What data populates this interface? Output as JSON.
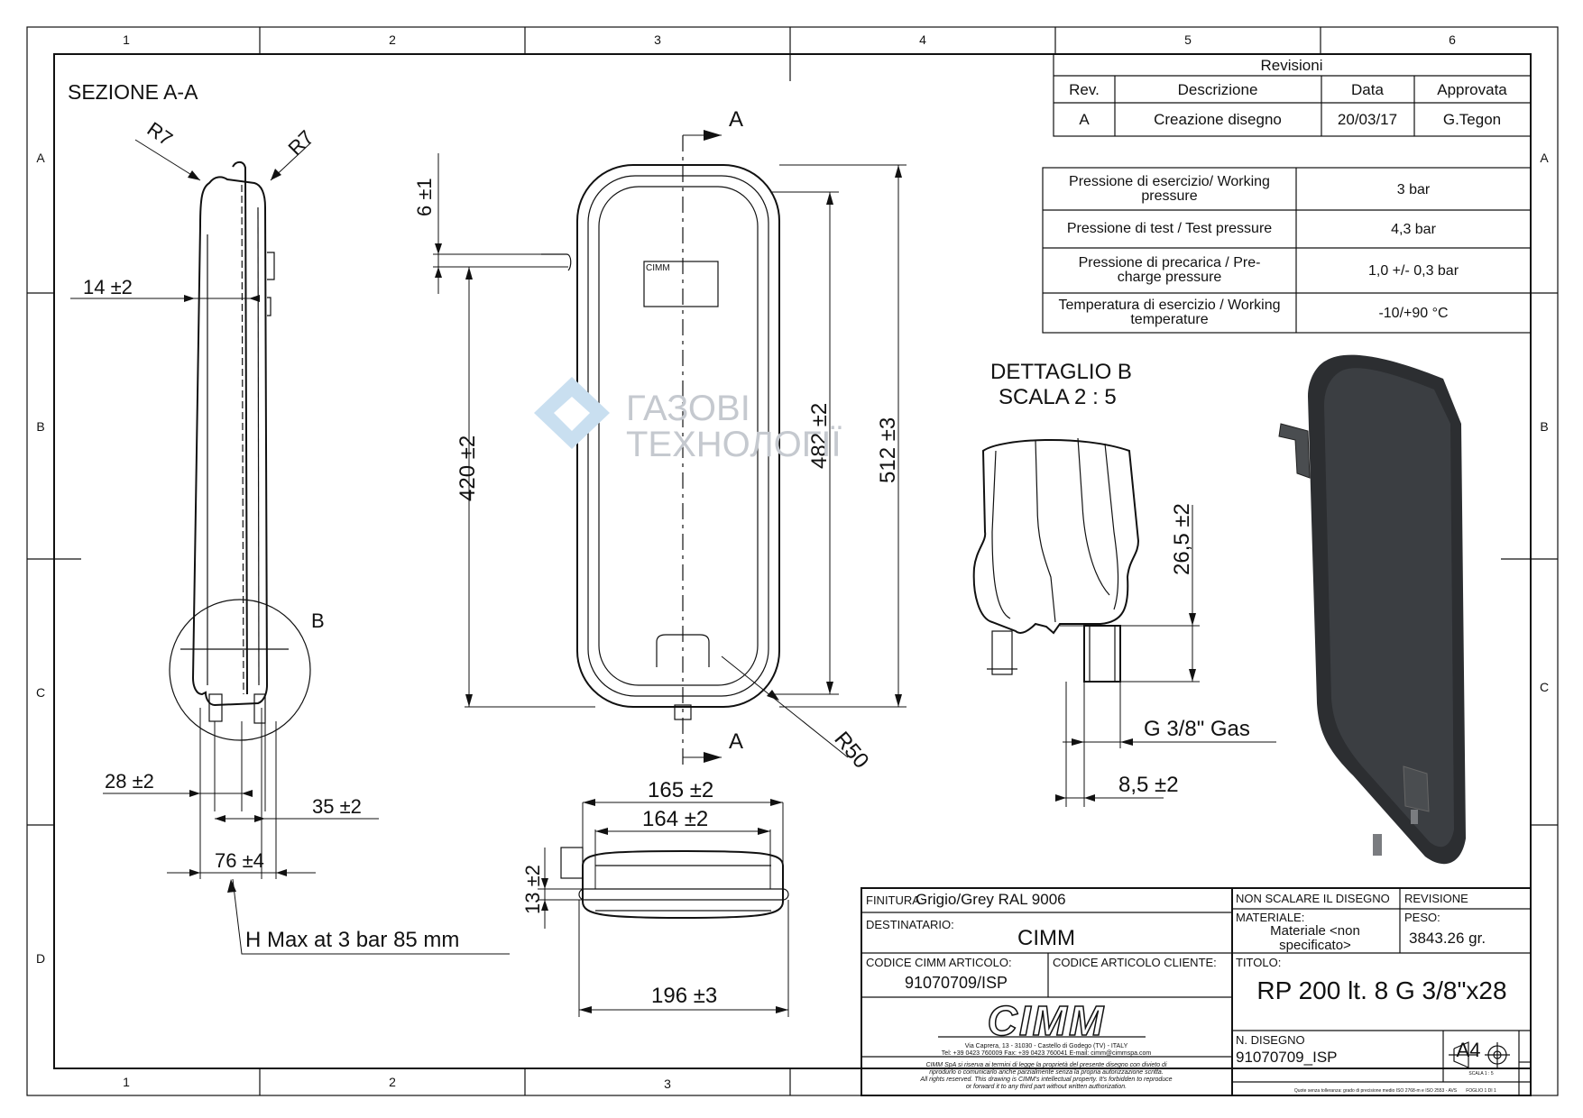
{
  "border": {
    "cols": [
      "1",
      "2",
      "3",
      "4",
      "5",
      "6"
    ],
    "bottom_cols": [
      "1",
      "2",
      "3"
    ],
    "rows": [
      "A",
      "B",
      "C",
      "D"
    ]
  },
  "section_view": {
    "title": "SEZIONE A-A",
    "r_left": "R7",
    "r_right": "R7",
    "dim_14": "14 ±2",
    "dim_28": "28 ±2",
    "dim_35": "35 ±2",
    "dim_76": "76 ±4",
    "detail_ref": "B",
    "note": "H Max at 3 bar 85 mm"
  },
  "front_view": {
    "cut_top": "A",
    "cut_bottom": "A",
    "label_plate": "CIMM",
    "dim_6": "6 ±1",
    "dim_420": "420 ±2",
    "dim_482": "482 ±2",
    "dim_512": "512 ±3",
    "dim_r50": "R50"
  },
  "watermark": {
    "line1": "ГАЗОВІ",
    "line2": "ТЕХНОЛОГІЇ"
  },
  "top_view": {
    "dim_165": "165 ±2",
    "dim_164": "164 ±2",
    "dim_13": "13 ±2",
    "dim_196": "196 ±3"
  },
  "detail_b": {
    "title": "DETTAGLIO B",
    "scale": "SCALA 2 : 5",
    "dim_26": "26,5 ±2",
    "thread": "G 3/8\" Gas",
    "dim_8": "8,5 ±2"
  },
  "revisions": {
    "title": "Revisioni",
    "headers": [
      "Rev.",
      "Descrizione",
      "Data",
      "Approvata"
    ],
    "rows": [
      [
        "A",
        "Creazione disegno",
        "20/03/17",
        "G.Tegon"
      ]
    ]
  },
  "specs": [
    {
      "label": "Pressione di esercizio/ Working pressure",
      "value": "3 bar"
    },
    {
      "label": "Pressione di test / Test pressure",
      "value": "4,3 bar"
    },
    {
      "label": "Pressione di precarica / Pre-charge pressure",
      "value": "1,0 +/- 0,3 bar"
    },
    {
      "label": "Temperatura di esercizio / Working temperature",
      "value": "-10/+90 °C"
    }
  ],
  "title_block": {
    "finitura_label": "FINITURA:",
    "finitura_value": "Grigio/Grey RAL 9006",
    "destinatario_label": "DESTINATARIO:",
    "destinatario_value": "CIMM",
    "codice_label": "CODICE CIMM ARTICOLO:",
    "codice_value": "91070709/ISP",
    "cliente_label": "CODICE ARTICOLO CLIENTE:",
    "logo": "CIMM",
    "address1": "Via Caprera, 13 - 31030 - Castello di Godego (TV) - ITALY",
    "address2": "Tel: +39 0423 760009 Fax: +39 0423 760041 E-mail: cimm@cimmspa.com",
    "legal1": "CIMM SpA si riserva ai termini di legge la proprietà del presente disegno con divieto di",
    "legal2": "riprodurlo o comunicarlo anche parzialmente senza la propria autorizzazione scritta.",
    "legal3": "All rights reserved. This drawing is CIMM's intellectual property. It's forbidden to reproduce",
    "legal4": "or forward it to any third part without written authorization.",
    "non_scalare": "NON SCALARE IL DISEGNO",
    "revisione_label": "REVISIONE",
    "materiale_label": "MATERIALE:",
    "materiale_value1": "Materiale <non",
    "materiale_value2": "specificato>",
    "peso_label": "PESO:",
    "peso_value": "3843.26 gr.",
    "titolo_label": "TITOLO:",
    "titolo_value": "RP 200 lt. 8 G 3/8\"x28",
    "ndisegno_label": "N. DISEGNO",
    "ndisegno_value": "91070709_ISP",
    "format": "A4",
    "scale_small": "SCALA 1 : 5",
    "foglio_small": "FOGLIO 1 DI 1",
    "footer_small": "Quote senza tolleranza: grado di precisione medio ISO 2768-m e ISO 2553 - AVS"
  }
}
